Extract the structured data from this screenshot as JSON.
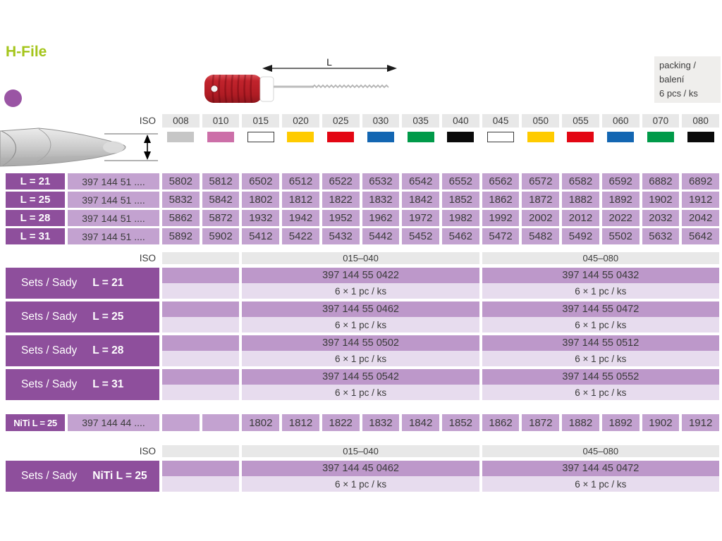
{
  "title": "H-File",
  "packing": {
    "line1": "packing / balení",
    "line2": "6 pcs / ks"
  },
  "diagram": {
    "length_label": "L"
  },
  "colors": {
    "accent-green": "#a4c51b",
    "dark-purple": "#8e4f9c",
    "cell-purple": "#c3a2d0",
    "set-code-purple": "#bd98ca",
    "set-qty-purple": "#e7dcee",
    "header-gray": "#e8e8e8",
    "dot-purple": "#9a55a4"
  },
  "iso_header": {
    "label": "ISO",
    "sizes": [
      {
        "size": "008",
        "color": "#c6c6c6",
        "outlined": false
      },
      {
        "size": "010",
        "color": "#cc6fa8",
        "outlined": false
      },
      {
        "size": "015",
        "color": "#ffffff",
        "outlined": true
      },
      {
        "size": "020",
        "color": "#ffcb00",
        "outlined": false
      },
      {
        "size": "025",
        "color": "#e30613",
        "outlined": false
      },
      {
        "size": "030",
        "color": "#1366b2",
        "outlined": false
      },
      {
        "size": "035",
        "color": "#009a49",
        "outlined": false
      },
      {
        "size": "040",
        "color": "#0a0a0a",
        "outlined": false
      },
      {
        "size": "045",
        "color": "#ffffff",
        "outlined": true
      },
      {
        "size": "050",
        "color": "#ffcb00",
        "outlined": false
      },
      {
        "size": "055",
        "color": "#e30613",
        "outlined": false
      },
      {
        "size": "060",
        "color": "#1366b2",
        "outlined": false
      },
      {
        "size": "070",
        "color": "#009a49",
        "outlined": false
      },
      {
        "size": "080",
        "color": "#0a0a0a",
        "outlined": false
      }
    ]
  },
  "main_table": {
    "rows": [
      {
        "label": "L = 21",
        "prefix": "397 144 51 ....",
        "codes": [
          "5802",
          "5812",
          "6502",
          "6512",
          "6522",
          "6532",
          "6542",
          "6552",
          "6562",
          "6572",
          "6582",
          "6592",
          "6882",
          "6892"
        ]
      },
      {
        "label": "L = 25",
        "prefix": "397 144 51 ....",
        "codes": [
          "5832",
          "5842",
          "1802",
          "1812",
          "1822",
          "1832",
          "1842",
          "1852",
          "1862",
          "1872",
          "1882",
          "1892",
          "1902",
          "1912"
        ]
      },
      {
        "label": "L = 28",
        "prefix": "397 144 51 ....",
        "codes": [
          "5862",
          "5872",
          "1932",
          "1942",
          "1952",
          "1962",
          "1972",
          "1982",
          "1992",
          "2002",
          "2012",
          "2022",
          "2032",
          "2042"
        ]
      },
      {
        "label": "L = 31",
        "prefix": "397 144 51 ....",
        "codes": [
          "5892",
          "5902",
          "5412",
          "5422",
          "5432",
          "5442",
          "5452",
          "5462",
          "5472",
          "5482",
          "5492",
          "5502",
          "5632",
          "5642"
        ]
      }
    ]
  },
  "sets_table": {
    "iso_label": "ISO",
    "ranges": [
      "015–040",
      "045–080"
    ],
    "qty": "6 × 1 pc / ks",
    "rows": [
      {
        "label_left": "Sets / Sady",
        "label_right": "L = 21",
        "codes": [
          "397 144 55 0422",
          "397 144 55 0432"
        ]
      },
      {
        "label_left": "Sets / Sady",
        "label_right": "L = 25",
        "codes": [
          "397 144 55 0462",
          "397 144 55 0472"
        ]
      },
      {
        "label_left": "Sets / Sady",
        "label_right": "L = 28",
        "codes": [
          "397 144 55 0502",
          "397 144 55 0512"
        ]
      },
      {
        "label_left": "Sets / Sady",
        "label_right": "L = 31",
        "codes": [
          "397 144 55 0542",
          "397 144 55 0552"
        ]
      }
    ]
  },
  "niti_table": {
    "label": "NiTi  L = 25",
    "prefix": "397 144 44 ....",
    "codes": [
      "",
      "",
      "1802",
      "1812",
      "1822",
      "1832",
      "1842",
      "1852",
      "1862",
      "1872",
      "1882",
      "1892",
      "1902",
      "1912"
    ]
  },
  "niti_sets_table": {
    "iso_label": "ISO",
    "ranges": [
      "015–040",
      "045–080"
    ],
    "qty": "6 × 1 pc / ks",
    "rows": [
      {
        "label_left": "Sets / Sady",
        "label_right": "NiTi  L = 25",
        "codes": [
          "397 144 45 0462",
          "397 144 45 0472"
        ]
      }
    ]
  }
}
